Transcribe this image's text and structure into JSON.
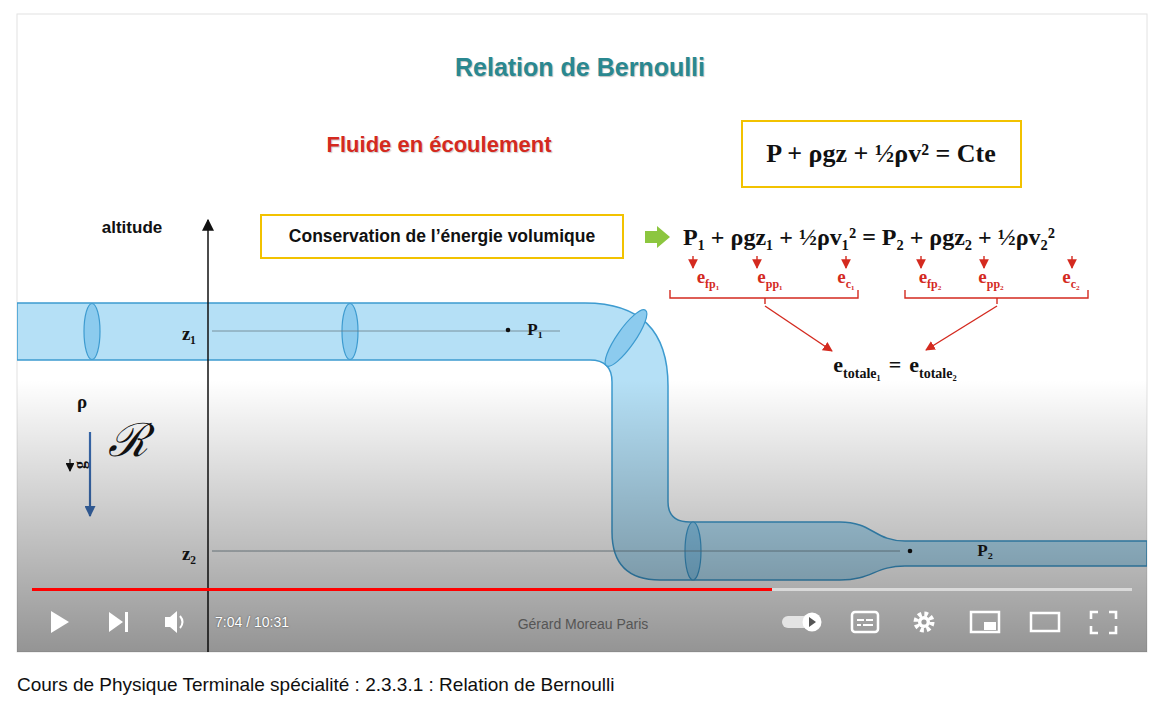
{
  "diagram": {
    "title": "Relation de Bernoulli",
    "caption": "Cours de Physique Terminale spécialité : 2.3.3.1 : Relation de Bernoulli",
    "nodes": [
      {
        "text": [
          "P + ρgz + ½ρv² = Cte"
        ]
      },
      {
        "text": [
          "Conservation de l’énergie volumique"
        ]
      }
    ],
    "labels": [
      "Fluide en écoulement",
      "altitude",
      "P₁ + ρgz₁ + ½ρv₁² = P₂ + ρgz₂ + ½ρv₂²",
      "e",
      "fp₁",
      "e",
      "pp₁",
      "e",
      "c₁",
      "e",
      "fp₂",
      "e",
      "pp₂",
      "e",
      "c₂",
      "e",
      "totale₁",
      "=",
      "e",
      "totale₂",
      "z₁",
      "P₁",
      "ρ",
      "ℛ",
      "g",
      "z₂",
      "P₂",
      "7:04 / 10:31",
      "Gérard Moreau Paris"
    ]
  }
}
